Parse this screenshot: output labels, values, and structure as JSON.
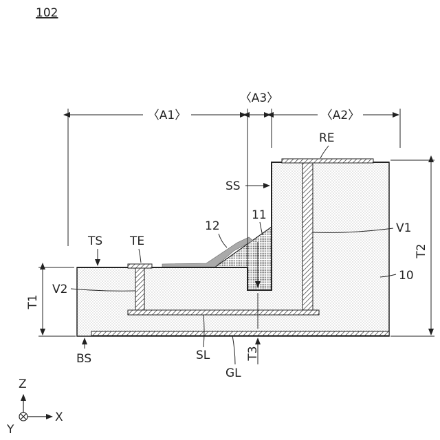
{
  "figure_number": "102",
  "regions": {
    "a1": "〈A1〉",
    "a2": "〈A2〉",
    "a3": "〈A3〉"
  },
  "labels": {
    "re": "RE",
    "ss": "SS",
    "n12": "12",
    "n11": "11",
    "ts": "TS",
    "te": "TE",
    "v1": "V1",
    "v2": "V2",
    "t1": "T1",
    "t2": "T2",
    "t3": "T3",
    "n10": "10",
    "bs": "BS",
    "sl": "SL",
    "gl": "GL"
  },
  "axes": {
    "z": "Z",
    "x": "X",
    "y": "Y"
  },
  "colors": {
    "stroke": "#222222",
    "dots": "#8a8a8a",
    "fill": "#ffffff"
  }
}
